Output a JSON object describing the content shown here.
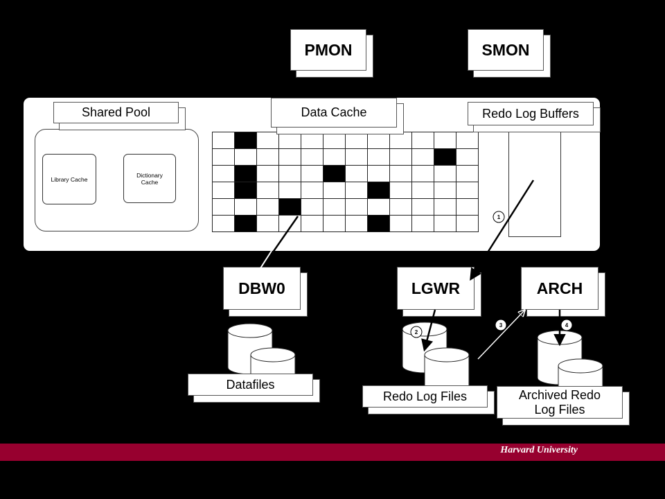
{
  "processes": {
    "pmon": "PMON",
    "smon": "SMON",
    "dbw0": "DBW0",
    "lgwr": "LGWR",
    "arch": "ARCH"
  },
  "sga": {
    "shared_pool": "Shared Pool",
    "data_cache": "Data Cache",
    "redo_log_buffers": "Redo Log Buffers",
    "library_cache": "Library Cache",
    "dictionary_cache": "Dictionary Cache"
  },
  "files": {
    "datafiles": "Datafiles",
    "redo_log_files": "Redo Log Files",
    "archived_redo_log_files": "Archived Redo Log Files"
  },
  "steps": [
    "1",
    "2",
    "3",
    "4"
  ],
  "footer": {
    "institution": "Harvard University"
  },
  "colors": {
    "background": "#000000",
    "footer_bar": "#97002f",
    "box": "#ffffff",
    "dirty_block": "#000000"
  },
  "data_cache_grid": {
    "rows": 6,
    "cols": 12,
    "dirty_blocks": [
      [
        0,
        1
      ],
      [
        1,
        10
      ],
      [
        2,
        1
      ],
      [
        2,
        5
      ],
      [
        3,
        1
      ],
      [
        3,
        7
      ],
      [
        4,
        3
      ],
      [
        5,
        1
      ],
      [
        5,
        7
      ]
    ]
  }
}
